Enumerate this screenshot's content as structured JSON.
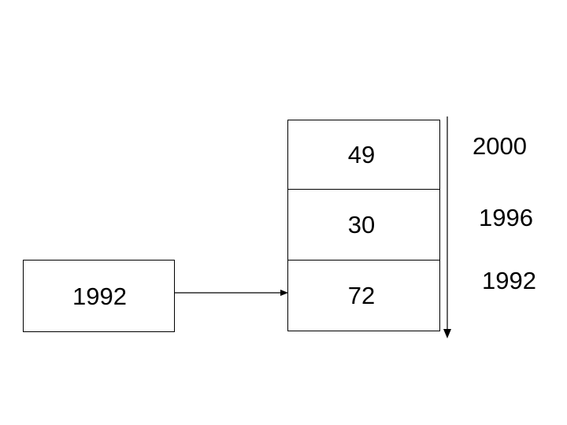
{
  "diagram": {
    "source_box": {
      "label": "1992"
    },
    "connector": {
      "icon": "right-arrow-icon"
    },
    "axis": {
      "icon": "down-arrow-icon"
    },
    "stack": {
      "cells": [
        {
          "value": "49"
        },
        {
          "value": "30"
        },
        {
          "value": "72"
        }
      ]
    },
    "years": [
      {
        "label": "2000"
      },
      {
        "label": "1996"
      },
      {
        "label": "1992"
      }
    ],
    "colors": {
      "stroke": "#000000",
      "fill": "#ffffff",
      "text": "#000000"
    }
  },
  "chart_data": {
    "type": "bar",
    "title": "",
    "xlabel": "",
    "ylabel": "",
    "categories": [
      "1992",
      "1996",
      "2000"
    ],
    "values": [
      72,
      30,
      49
    ],
    "orientation": "stacked-vertical-bottom-up",
    "source_label": "1992",
    "grid": false,
    "legend": false
  }
}
